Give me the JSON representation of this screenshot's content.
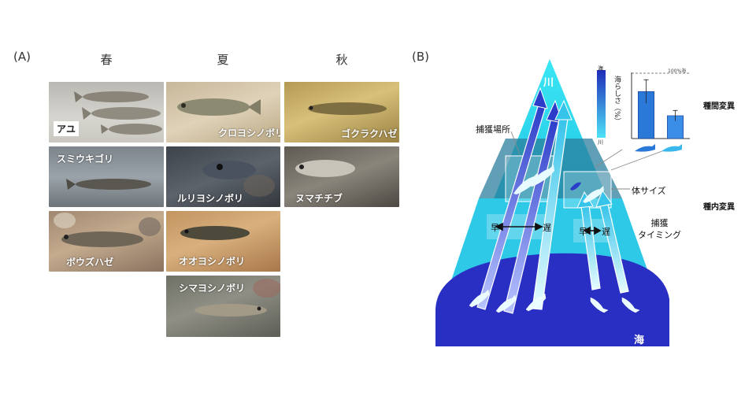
{
  "panel_a": {
    "label": "(A)",
    "seasons": [
      "春",
      "夏",
      "秋"
    ],
    "photos": {
      "ayu": "アユ",
      "kuroyoshinobori": "クロヨシノボリ",
      "gokurakuhaze": "ゴクラクハゼ",
      "sumiukigori": "スミウキゴリ",
      "ruriyoshinobori": "ルリヨシノボリ",
      "numachichibu": "ヌマチチブ",
      "bouzuhaze": "ボウズハゼ",
      "ooyoshinobori": "オオヨシノボリ",
      "shimayoshinobori": "シマヨシノボリ"
    }
  },
  "panel_b": {
    "label": "(B)",
    "river": "川",
    "sea": "海",
    "capture_location": "捕獲場所",
    "body_size": "体サイズ",
    "capture_timing": "捕獲\nタイミング",
    "early": "早",
    "late": "遅",
    "interspecies": "種間変異",
    "intraspecies": "種内変異",
    "colors": {
      "sea": "#2a2fc4",
      "river_light": "#1fe0f0",
      "river_mid": "#12aacd",
      "dark_band": "#2b7f9c",
      "arrow_dark": "#2440b8",
      "arrow_light": "#38c6ea"
    },
    "inset_chart": {
      "legend_top": "海",
      "legend_bottom": "川",
      "ylabel": "海らしさ（%）",
      "ref_line_label": "100%海"
    }
  },
  "chart_data": {
    "type": "bar",
    "categories": [
      "",
      ""
    ],
    "values": [
      72,
      35
    ],
    "errors": [
      18,
      8
    ],
    "ylim": [
      0,
      100
    ],
    "colors": [
      "#2a78d8",
      "#3a8ee8"
    ],
    "reference_line": 100
  }
}
